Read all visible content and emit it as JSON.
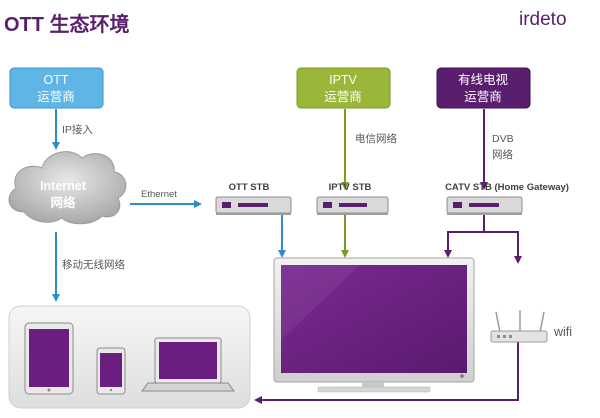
{
  "title": "OTT 生态环境",
  "logo": "irdeto",
  "operators": {
    "ott": {
      "line1": "OTT",
      "line2": "运营商"
    },
    "iptv": {
      "line1": "IPTV",
      "line2": "运营商"
    },
    "cable": {
      "line1": "有线电视",
      "line2": "运营商"
    }
  },
  "cloud": {
    "line1": "Internet",
    "line2": "网络"
  },
  "labels": {
    "ip_access": "IP接入",
    "telecom_net": "电信网络",
    "dvb_line1": "DVB",
    "dvb_line2": "网络",
    "ethernet": "Ethernet",
    "mobile_wireless": "移动无线网络",
    "wifi": "wifi"
  },
  "stbs": {
    "ott": "OTT STB",
    "iptv": "IPTV STB",
    "catv": "CATV STB (Home Gateway)"
  },
  "colors": {
    "ott_blue": "#4aa3d9",
    "iptv_green": "#8aa532",
    "cable_purple": "#5a1e6e",
    "tv_screen": "#6a1f80"
  }
}
